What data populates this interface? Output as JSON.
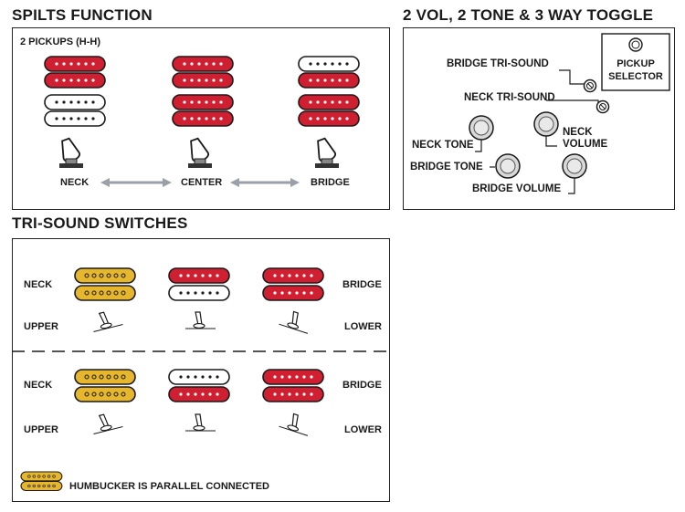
{
  "splits": {
    "title": "SPILTS FUNCTION",
    "subtitle": "2 PICKUPS (H-H)",
    "positions": [
      "NECK",
      "CENTER",
      "BRIDGE"
    ]
  },
  "controls": {
    "title": "2 VOL, 2 TONE & 3 WAY TOGGLE",
    "bridge_tri_sound": "BRIDGE TRI-SOUND",
    "neck_tri_sound": "NECK TRI-SOUND",
    "pickup_selector_line1": "PICKUP",
    "pickup_selector_line2": "SELECTOR",
    "neck_tone": "NECK TONE",
    "neck_volume_line1": "NECK",
    "neck_volume_line2": "VOLUME",
    "bridge_tone": "BRIDGE TONE",
    "bridge_volume": "BRIDGE VOLUME"
  },
  "tri_sound": {
    "title": "TRI-SOUND SWITCHES",
    "top": {
      "left_label": "NECK",
      "right_label": "BRIDGE",
      "switch_left": "UPPER",
      "switch_right": "LOWER"
    },
    "bottom": {
      "left_label": "NECK",
      "right_label": "BRIDGE",
      "switch_left": "UPPER",
      "switch_right": "LOWER"
    },
    "legend": "HUMBUCKER IS PARALLEL CONNECTED"
  },
  "colors": {
    "red": "#d11f32",
    "yellow": "#e6b62c",
    "white": "#ffffff",
    "arrow": "#9b9fa8",
    "ink": "#1a1a1a"
  }
}
